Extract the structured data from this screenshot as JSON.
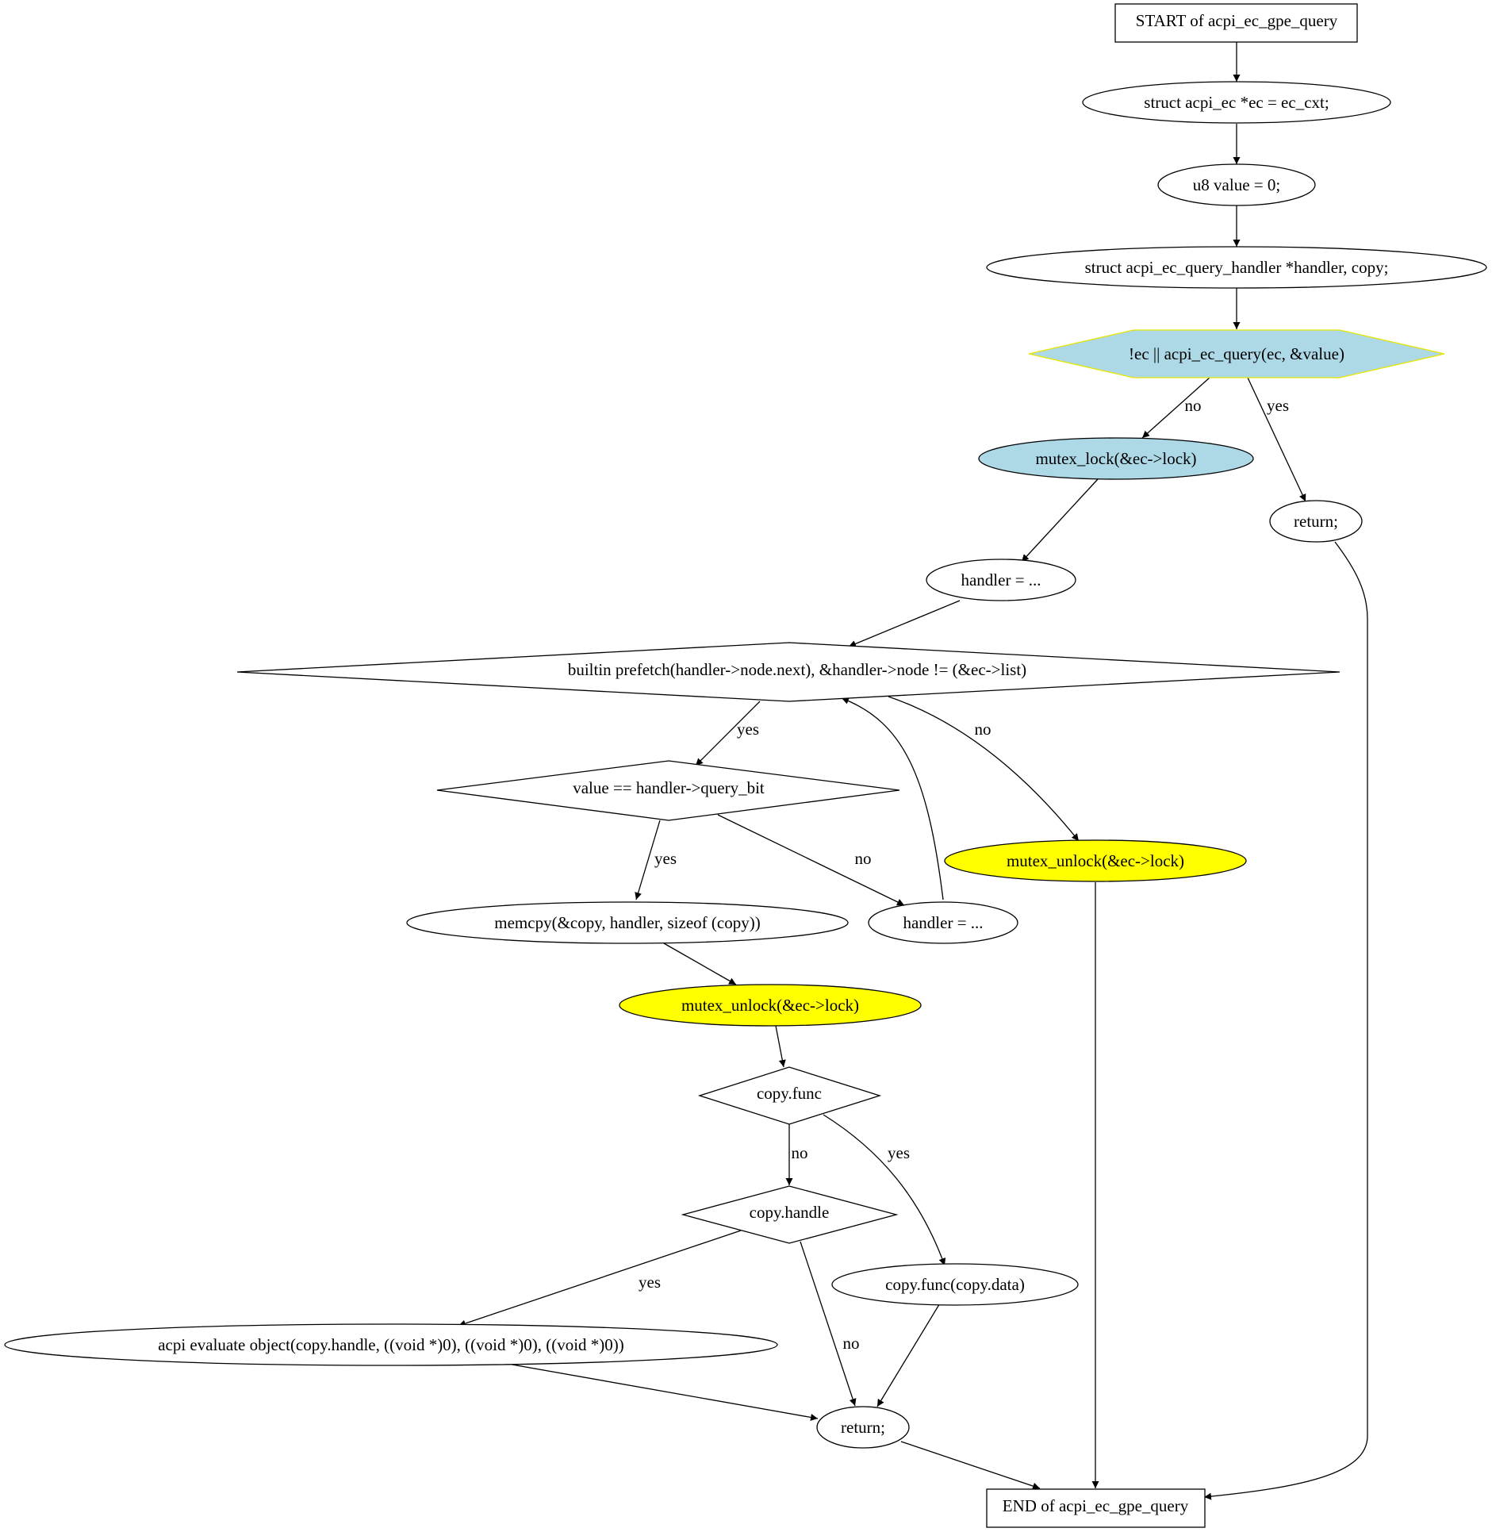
{
  "nodes": {
    "start": "START of acpi_ec_gpe_query",
    "ec_decl": "struct acpi_ec *ec = ec_cxt;",
    "value_decl": "u8 value = 0;",
    "handler_decl": "struct acpi_ec_query_handler *handler, copy;",
    "cond_query": "!ec || acpi_ec_query(ec, &value)",
    "return_early": "return;",
    "mutex_lock": "mutex_lock(&ec->lock)",
    "handler_init": "handler = ...",
    "loop_cond": "builtin  prefetch(handler->node.next), &handler->node != (&ec->list)",
    "query_bit_cond": "value == handler->query_bit",
    "mutex_unlock_exit": "mutex_unlock(&ec->lock)",
    "memcpy": "memcpy(&copy, handler, sizeof (copy))",
    "handler_next": "handler = ...",
    "mutex_unlock_found": "mutex_unlock(&ec->lock)",
    "copy_func_cond": "copy.func",
    "copy_handle_cond": "copy.handle",
    "copy_func_call": "copy.func(copy.data)",
    "acpi_evaluate": "acpi  evaluate  object(copy.handle, ((void *)0), ((void *)0), ((void *)0))",
    "return_final": "return;",
    "end": "END of acpi_ec_gpe_query"
  },
  "edge_labels": {
    "cond_query_no": "no",
    "cond_query_yes": "yes",
    "loop_yes": "yes",
    "loop_no": "no",
    "query_bit_yes": "yes",
    "query_bit_no": "no",
    "copy_func_no": "no",
    "copy_func_yes": "yes",
    "copy_handle_yes": "yes",
    "copy_handle_no": "no"
  },
  "colors": {
    "light_blue": "#add8e6",
    "yellow": "#ffff00",
    "hexagon_outline": "#ffff00",
    "line": "#000000",
    "background": "#ffffff"
  }
}
